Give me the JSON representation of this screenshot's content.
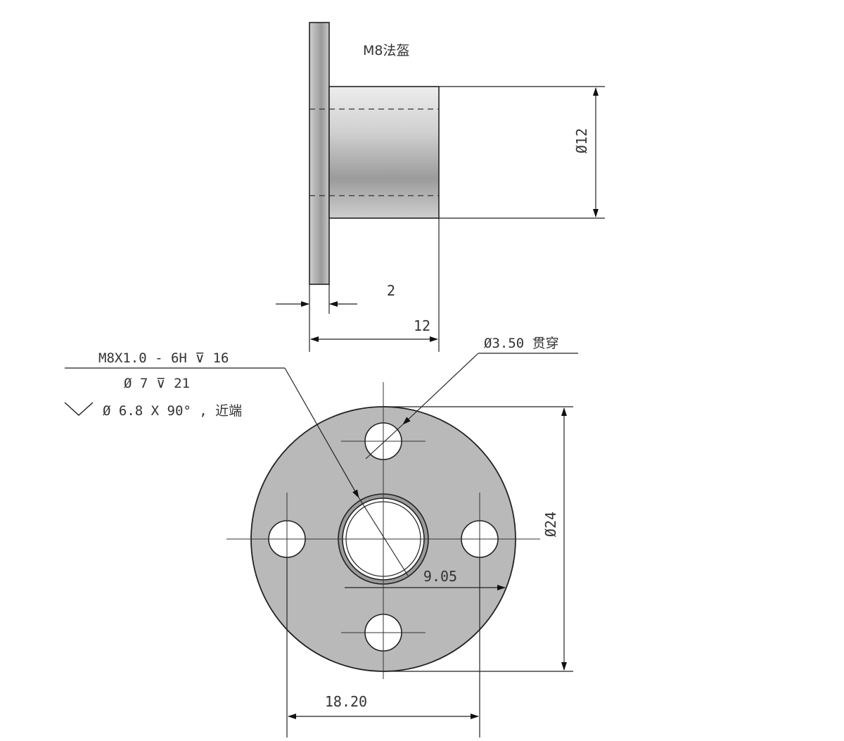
{
  "title": "M8法盔",
  "side_view": {
    "dim_diameter": "Ø12",
    "dim_flange_thickness": "2",
    "dim_total_length": "12"
  },
  "front_view": {
    "callout_thread_line1": "M8X1.0 - 6H ⊽ 16",
    "callout_thread_line2": "Ø 7 ⊽ 21",
    "callout_thread_line3": "Ø 6.8  X 90° , 近端",
    "callout_holes": "Ø3.50 贯穿",
    "dim_outer_diameter": "Ø24",
    "dim_hole_offset": "9.05",
    "dim_hole_spacing": "18.20"
  },
  "colors": {
    "line": "#222222",
    "flange_fill": "#b9b9b9",
    "body_fill_dark": "#8f8f8f",
    "body_fill_light": "#e6e6e6"
  }
}
